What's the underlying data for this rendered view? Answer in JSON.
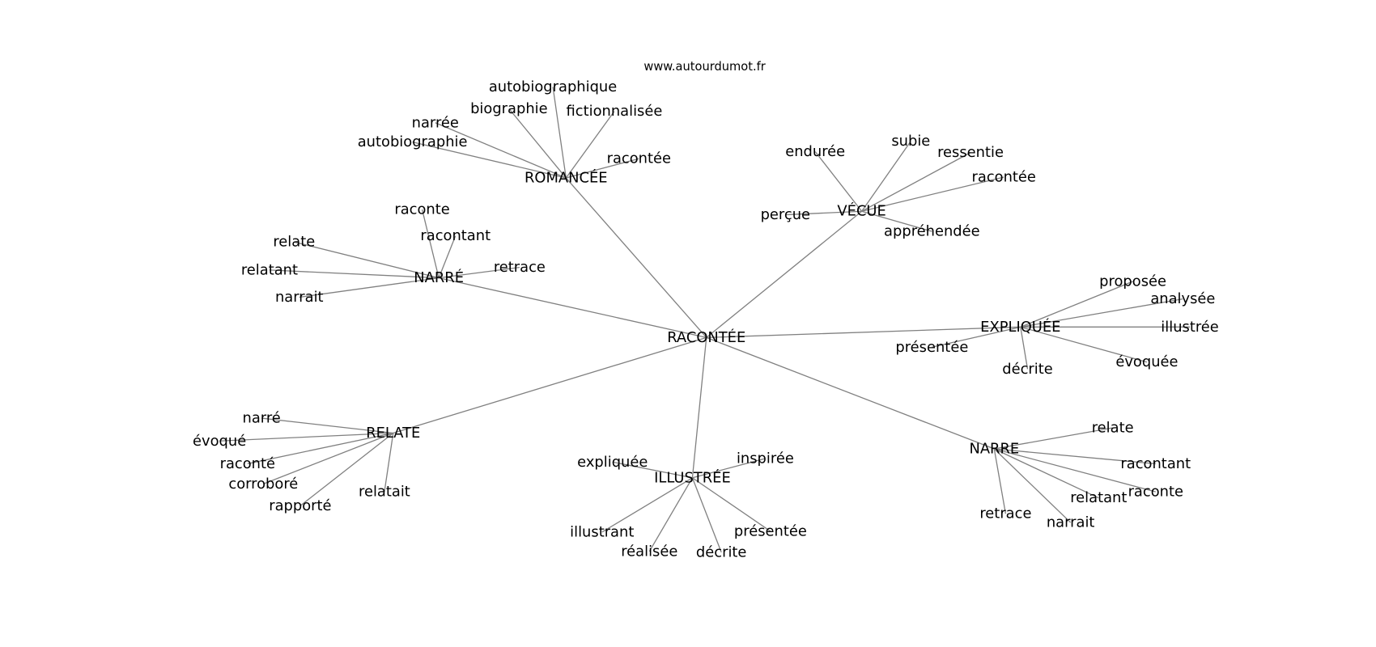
{
  "title": "www.autourdumot.fr",
  "edge_color": "#808080",
  "center": "RACONTÉE",
  "groups": [
    {
      "label": "ROMANCÉE",
      "leaves": [
        "autobiographie",
        "narrée",
        "biographie",
        "autobiographique",
        "fictionnalisée",
        "racontée"
      ]
    },
    {
      "label": "VÉCUE",
      "leaves": [
        "endurée",
        "subie",
        "ressentie",
        "racontée",
        "perçue",
        "appréhendée"
      ]
    },
    {
      "label": "NARRÉ",
      "leaves": [
        "raconte",
        "racontant",
        "relate",
        "relatant",
        "narrait",
        "retrace"
      ]
    },
    {
      "label": "EXPLIQUÉE",
      "leaves": [
        "proposée",
        "analysée",
        "illustrée",
        "évoquée",
        "décrite",
        "présentée"
      ]
    },
    {
      "label": "NARRE",
      "leaves": [
        "relate",
        "racontant",
        "raconte",
        "relatant",
        "narrait",
        "retrace"
      ]
    },
    {
      "label": "ILLUSTRÉE",
      "leaves": [
        "expliquée",
        "inspirée",
        "illustrant",
        "réalisée",
        "décrite",
        "présentée"
      ]
    },
    {
      "label": "RELATE",
      "leaves": [
        "narré",
        "évoqué",
        "raconté",
        "corroboré",
        "rapporté",
        "relatait"
      ]
    }
  ]
}
